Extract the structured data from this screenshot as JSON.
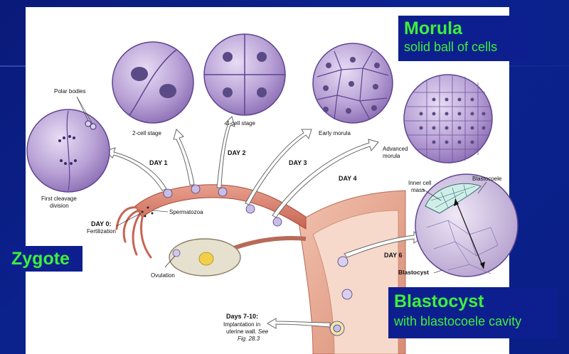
{
  "callouts": {
    "morula_title": "Morula",
    "morula_sub": "solid ball of cells",
    "zygote_title": "Zygote",
    "blastocyst_title": "Blastocyst",
    "blastocyst_sub": "with blastocoele cavity"
  },
  "labels": {
    "polar_bodies": "Polar bodies",
    "two_cell": "2-cell stage",
    "four_cell": "4-cell stage",
    "early_morula": "Early morula",
    "advanced_morula_1": "Advanced",
    "advanced_morula_2": "morula",
    "first_cleavage_1": "First cleavage",
    "first_cleavage_2": "division",
    "day1": "DAY 1",
    "day2": "DAY 2",
    "day3": "DAY 3",
    "day4": "DAY 4",
    "day0": "DAY 0:",
    "fertilization": "Fertilization",
    "spermatozoa": "Spermatozoa",
    "ovulation": "Ovulation",
    "inner_cell_1": "Inner cell",
    "inner_cell_2": "mass",
    "blastocoele": "Blastocoele",
    "day6": "DAY 6",
    "blastocyst": "Blastocyst",
    "days7_10": "Days 7-10:",
    "implantation_1": "Implantation in",
    "implantation_2": "uterine wall.",
    "see": "See",
    "fig_ref": "Fig. 28.3"
  }
}
